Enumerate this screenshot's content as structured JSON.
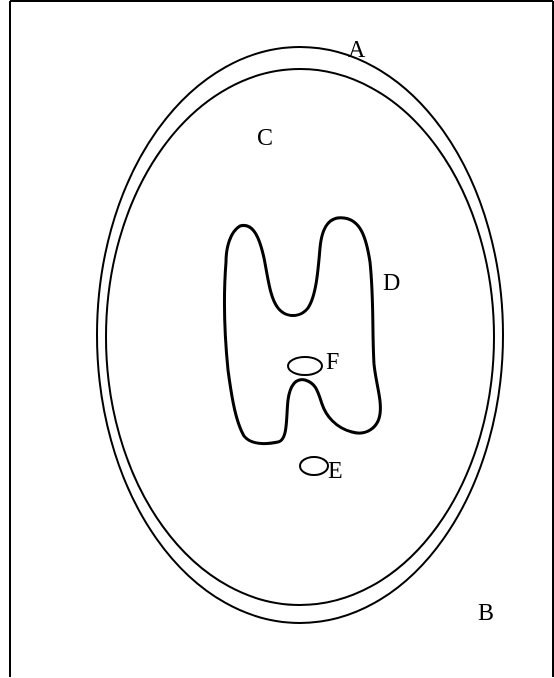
{
  "diagram": {
    "labels": {
      "a": "A",
      "b": "B",
      "c": "C",
      "d": "D",
      "e": "E",
      "f": "F"
    },
    "stroke_color": "#000000",
    "background_color": "#ffffff"
  }
}
